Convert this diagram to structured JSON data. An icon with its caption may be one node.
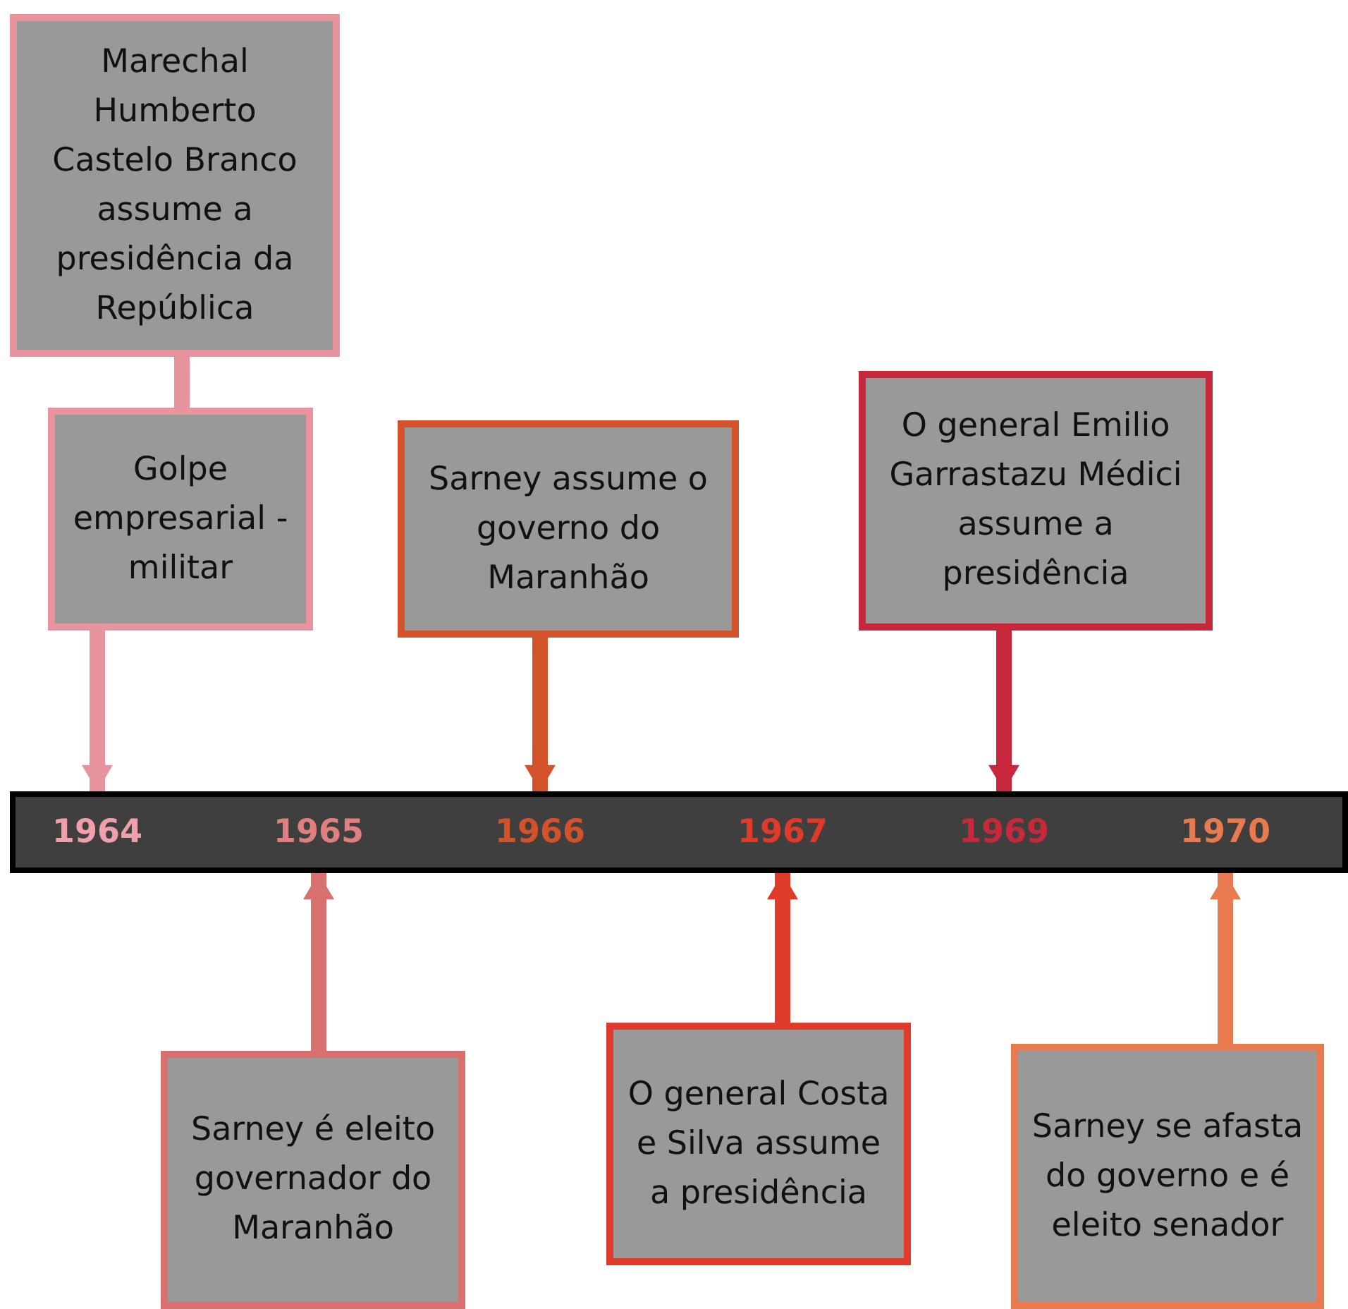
{
  "diagram": {
    "nodes": [
      {
        "text": [
          "Marechal Humberto Castelo Branco assume a presidência da República"
        ]
      },
      {
        "text": [
          "Golpe empresarial -militar"
        ]
      },
      {
        "text": [
          "Sarney assume o governo do Maranhão"
        ]
      },
      {
        "text": [
          "O general Emilio Garrastazu Médici assume a presidência"
        ]
      },
      {
        "text": [],
        "shape": "bar"
      },
      {
        "text": [
          "1964"
        ],
        "in": 4
      },
      {
        "text": [
          "1965"
        ],
        "in": 4
      },
      {
        "text": [
          "1966"
        ],
        "in": 4
      },
      {
        "text": [
          "1967"
        ],
        "in": 4
      },
      {
        "text": [
          "1969"
        ],
        "in": 4
      },
      {
        "text": [
          "1970"
        ],
        "in": 4
      },
      {
        "text": [
          "Sarney é eleito governador do Maranhão"
        ]
      },
      {
        "text": [
          "O general Costa e Silva assume a presidência"
        ]
      },
      {
        "text": [
          "Sarney se afasta do governo e é eleito senador"
        ]
      }
    ],
    "edges": [
      {
        "from": 0,
        "to": 1,
        "arrow": "none",
        "color": "#e8949f"
      },
      {
        "from": 1,
        "to": 5,
        "arrow": "to",
        "color": "#e8949f"
      },
      {
        "from": 2,
        "to": 7,
        "arrow": "to",
        "color": "#d4522a"
      },
      {
        "from": 3,
        "to": 9,
        "arrow": "to",
        "color": "#c8283c"
      },
      {
        "from": 11,
        "to": 6,
        "arrow": "to",
        "color": "#d97070"
      },
      {
        "from": 12,
        "to": 8,
        "arrow": "to",
        "color": "#e03a2a"
      },
      {
        "from": 13,
        "to": 10,
        "arrow": "to",
        "color": "#e87a50"
      }
    ]
  }
}
